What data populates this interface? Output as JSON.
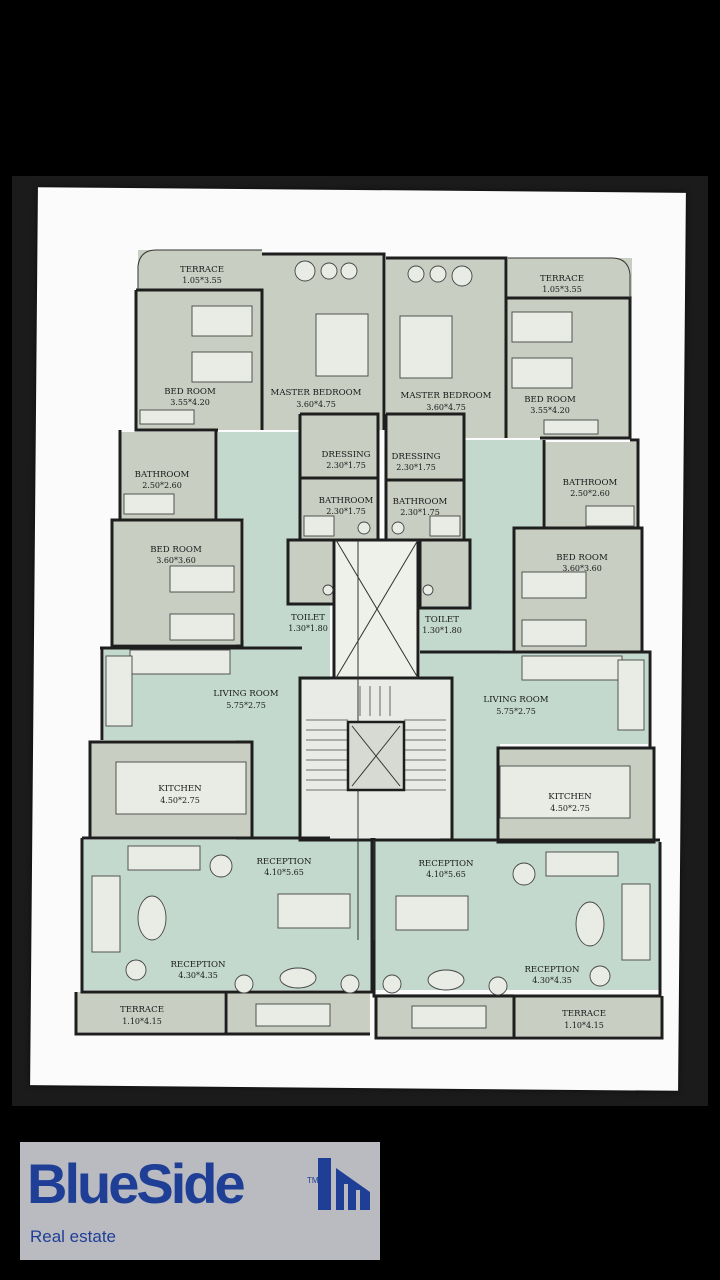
{
  "plan": {
    "rooms": [
      {
        "id": "terrace-top-left",
        "name": "TERRACE",
        "dims": "1.05*3.55"
      },
      {
        "id": "bedroom-top-left",
        "name": "BED ROOM",
        "dims": "3.55*4.20"
      },
      {
        "id": "master-bedroom-left",
        "name": "MASTER BEDROOM",
        "dims": "3.60*4.75"
      },
      {
        "id": "master-bedroom-right",
        "name": "MASTER BEDROOM",
        "dims": "3.60*4.75"
      },
      {
        "id": "terrace-top-right",
        "name": "TERRACE",
        "dims": "1.05*3.55"
      },
      {
        "id": "bedroom-top-right",
        "name": "BED ROOM",
        "dims": "3.55*4.20"
      },
      {
        "id": "bathroom-left",
        "name": "BATHROOM",
        "dims": "2.50*2.60"
      },
      {
        "id": "dressing-left",
        "name": "DRESSING",
        "dims": "2.30*1.75"
      },
      {
        "id": "dressing-right",
        "name": "DRESSING",
        "dims": "2.30*1.75"
      },
      {
        "id": "bathroom-right",
        "name": "BATHROOM",
        "dims": "2.50*2.60"
      },
      {
        "id": "bathroom-center-left",
        "name": "BATHROOM",
        "dims": "2.30*1.75"
      },
      {
        "id": "bathroom-center-right",
        "name": "BATHROOM",
        "dims": "2.30*1.75"
      },
      {
        "id": "bedroom-mid-left",
        "name": "BED ROOM",
        "dims": "3.60*3.60"
      },
      {
        "id": "bedroom-mid-right",
        "name": "BED ROOM",
        "dims": "3.60*3.60"
      },
      {
        "id": "toilet-left",
        "name": "TOILET",
        "dims": "1.30*1.80"
      },
      {
        "id": "toilet-right",
        "name": "TOILET",
        "dims": "1.30*1.80"
      },
      {
        "id": "living-room-left",
        "name": "LIVING ROOM",
        "dims": "5.75*2.75"
      },
      {
        "id": "living-room-right",
        "name": "LIVING ROOM",
        "dims": "5.75*2.75"
      },
      {
        "id": "kitchen-left",
        "name": "KITCHEN",
        "dims": "4.50*2.75"
      },
      {
        "id": "kitchen-right",
        "name": "KITCHEN",
        "dims": "4.50*2.75"
      },
      {
        "id": "reception-center-left",
        "name": "RECEPTION",
        "dims": "4.10*5.65"
      },
      {
        "id": "reception-center-right",
        "name": "RECEPTION",
        "dims": "4.10*5.65"
      },
      {
        "id": "reception-left",
        "name": "RECEPTION",
        "dims": "4.30*4.35"
      },
      {
        "id": "reception-right",
        "name": "RECEPTION",
        "dims": "4.30*4.35"
      },
      {
        "id": "terrace-bottom-left",
        "name": "TERRACE",
        "dims": "1.10*4.15"
      },
      {
        "id": "terrace-bottom-right",
        "name": "TERRACE",
        "dims": "1.10*4.15"
      }
    ]
  },
  "logo": {
    "brand": "BlueSide",
    "trademark": "TM",
    "tagline": "Real estate",
    "color": "#1f3e96",
    "background": "#b9bbc0"
  }
}
